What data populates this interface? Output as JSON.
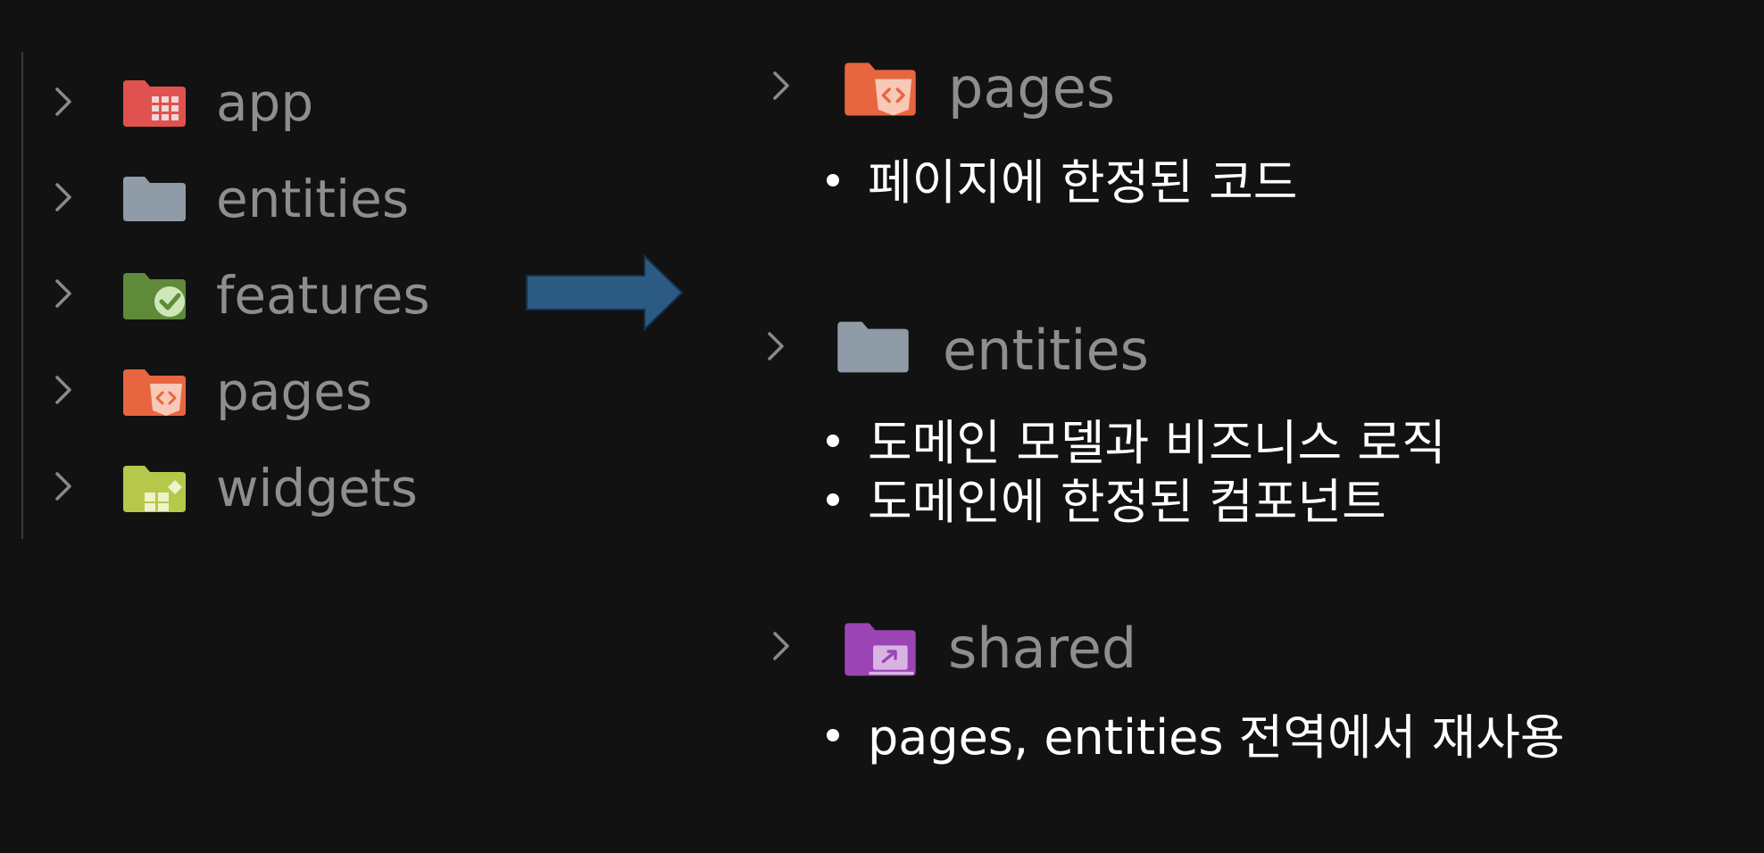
{
  "left_tree": [
    {
      "name": "app",
      "icon": "app-folder-icon",
      "color": "#e0524f"
    },
    {
      "name": "entities",
      "icon": "folder-icon",
      "color": "#8f9ba6"
    },
    {
      "name": "features",
      "icon": "features-folder-icon",
      "color": "#5f8a3a"
    },
    {
      "name": "pages",
      "icon": "pages-folder-icon",
      "color": "#e8663f"
    },
    {
      "name": "widgets",
      "icon": "widgets-folder-icon",
      "color": "#b5c84a"
    }
  ],
  "right_sections": [
    {
      "folder": "pages",
      "icon": "pages-folder-icon",
      "bullets": [
        "페이지에 한정된 코드"
      ]
    },
    {
      "folder": "entities",
      "icon": "folder-icon",
      "bullets": [
        "도메인 모델과 비즈니스 로직",
        "도메인에 한정된 컴포넌트"
      ]
    },
    {
      "folder": "shared",
      "icon": "shared-folder-icon",
      "bullets": [
        "pages, entities 전역에서 재사용"
      ]
    }
  ],
  "colors": {
    "background": "#121212",
    "label": "#8e8e8e",
    "bullet_text": "#ffffff",
    "arrow": "#2b5b82"
  }
}
